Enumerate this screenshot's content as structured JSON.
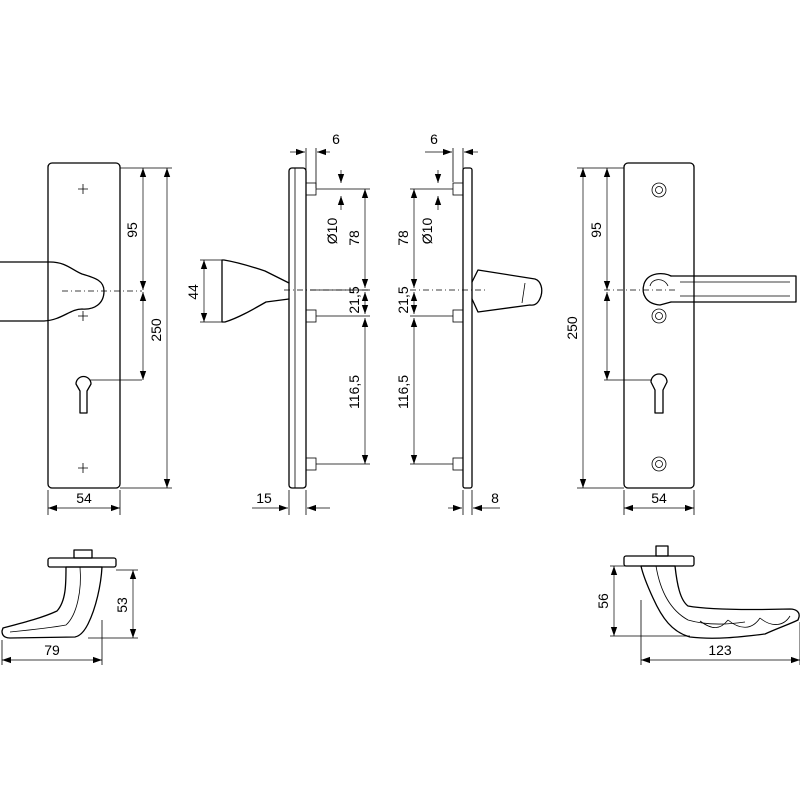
{
  "dimensions": {
    "outside_width": "54",
    "outside_height": "250",
    "outside_handle_to_top": "95",
    "outside_knob_height": "44",
    "outside_plate_thickness": "15",
    "outside_screw_offset": "6",
    "outside_screw_diameter": "Ø10",
    "outside_upper_spacing": "78",
    "outside_mid_spacing": "21,5",
    "outside_lower_spacing": "116,5",
    "inside_screw_offset": "6",
    "inside_screw_diameter": "Ø10",
    "inside_upper_spacing": "78",
    "inside_mid_spacing": "21,5",
    "inside_lower_spacing": "116,5",
    "inside_plate_thickness": "8",
    "inside_handle_to_top": "95",
    "inside_height": "250",
    "inside_width": "54",
    "knob_side_depth": "79",
    "knob_side_height": "53",
    "lever_length": "123",
    "lever_height": "56"
  }
}
